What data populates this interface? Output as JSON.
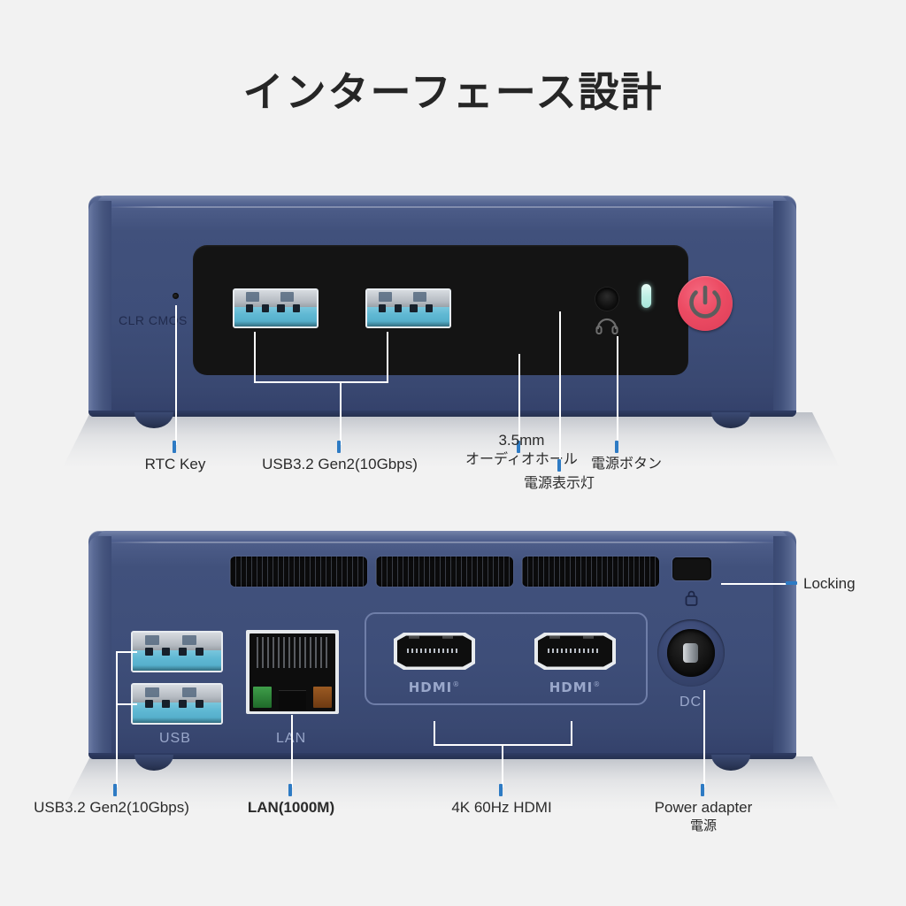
{
  "page": {
    "title": "インターフェース設計",
    "background_color": "#f2f2f2",
    "accent_tick_color": "#2e7bc4",
    "chassis_color": "#3e4e79",
    "power_button_color": "#ec4b63",
    "usb_port_color": "#5fb8d3",
    "led_color": "#bff0e6"
  },
  "front_panel": {
    "silk": {
      "clr_cmos": "CLR CMOS"
    },
    "callouts": [
      {
        "id": "rtc-key",
        "label": "RTC Key"
      },
      {
        "id": "usb32-gen2",
        "label": "USB3.2 Gen2(10Gbps)"
      },
      {
        "id": "audio-jack",
        "label": "3.5mm",
        "label2": "オーディオホール"
      },
      {
        "id": "power-led",
        "label": "電源表示灯"
      },
      {
        "id": "power-button",
        "label": "電源ボタン"
      }
    ]
  },
  "rear_panel": {
    "silk": {
      "usb": "USB",
      "lan": "LAN",
      "dc": "DC",
      "hdmi_left": "HDMI",
      "hdmi_right": "HDMI",
      "hdmi_mark": "®"
    },
    "callouts": [
      {
        "id": "locking",
        "label": "Locking"
      },
      {
        "id": "usb32-gen2",
        "label": "USB3.2 Gen2(10Gbps)"
      },
      {
        "id": "lan",
        "label": "LAN(1000M)"
      },
      {
        "id": "hdmi",
        "label": "4K 60Hz HDMI"
      },
      {
        "id": "power-adapter",
        "label": "Power adapter",
        "label2": "電源"
      }
    ]
  },
  "icons": {
    "headphone": "headphone-icon",
    "power": "power-icon",
    "lock": "lock-icon"
  }
}
